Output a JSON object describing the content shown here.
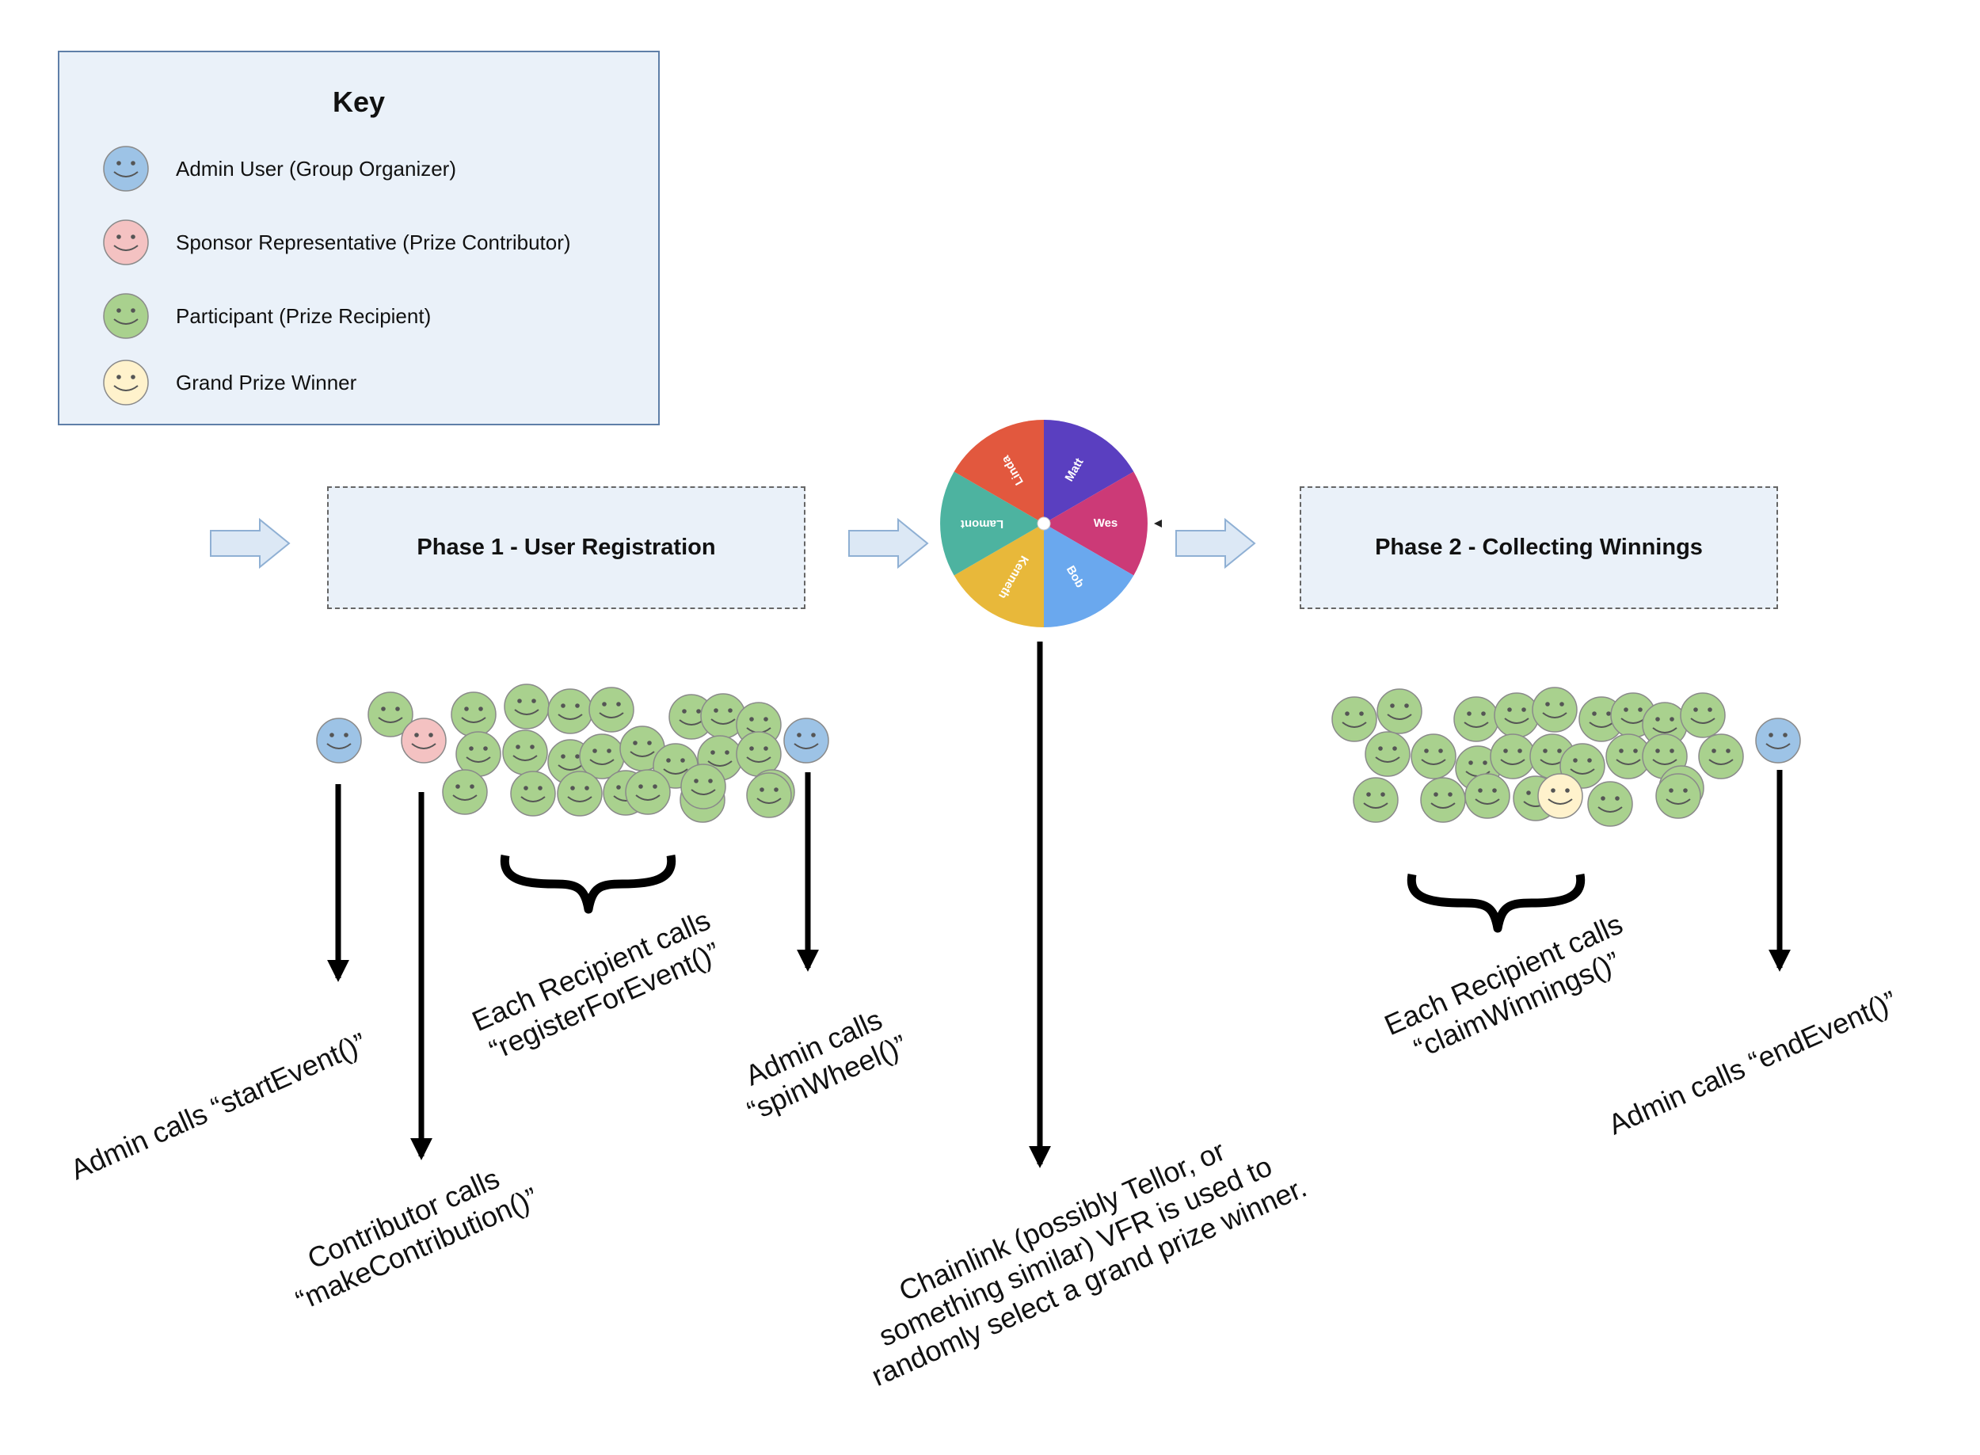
{
  "key": {
    "title": "Key",
    "items": [
      {
        "label": "Admin User (Group Organizer)",
        "color": "#9dc3e6"
      },
      {
        "label": "Sponsor Representative (Prize Contributor)",
        "color": "#f4c2c2"
      },
      {
        "label": "Participant (Prize Recipient)",
        "color": "#a9d18e"
      },
      {
        "label": "Grand Prize Winner",
        "color": "#fff2cc"
      }
    ]
  },
  "phases": {
    "phase1": "Phase 1 - User Registration",
    "phase2": "Phase 2 - Collecting Winnings"
  },
  "wheel": {
    "names": [
      "Matt",
      "Wes",
      "Bob",
      "Kenneth",
      "Lamont",
      "Linda"
    ],
    "colors": [
      "#5a3fc0",
      "#cc3a77",
      "#6aa8ee",
      "#e8b83a",
      "#4db3a0",
      "#e2583e"
    ]
  },
  "labels": {
    "start_event": [
      "Admin calls “startEvent()”"
    ],
    "make_contribution": [
      "Contributor calls",
      "“makeContribution()”"
    ],
    "register": [
      "Each Recipient calls",
      "“registerForEvent()”"
    ],
    "spin": [
      "Admin calls",
      "“spinWheel()”"
    ],
    "vrf": [
      "Chainlink (possibly Tellor, or",
      "something similar) VFR is used to",
      "randomly select a grand prize winner."
    ],
    "claim": [
      "Each Recipient calls",
      "“claimWinnings()”"
    ],
    "end_event": [
      "Admin calls “endEvent()”"
    ]
  },
  "colors": {
    "admin": "#9dc3e6",
    "sponsor": "#f4c2c2",
    "participant": "#a9d18e",
    "winner": "#fff2cc",
    "flow_arrow_fill": "#dce8f5",
    "flow_arrow_stroke": "#8fb0d4"
  }
}
